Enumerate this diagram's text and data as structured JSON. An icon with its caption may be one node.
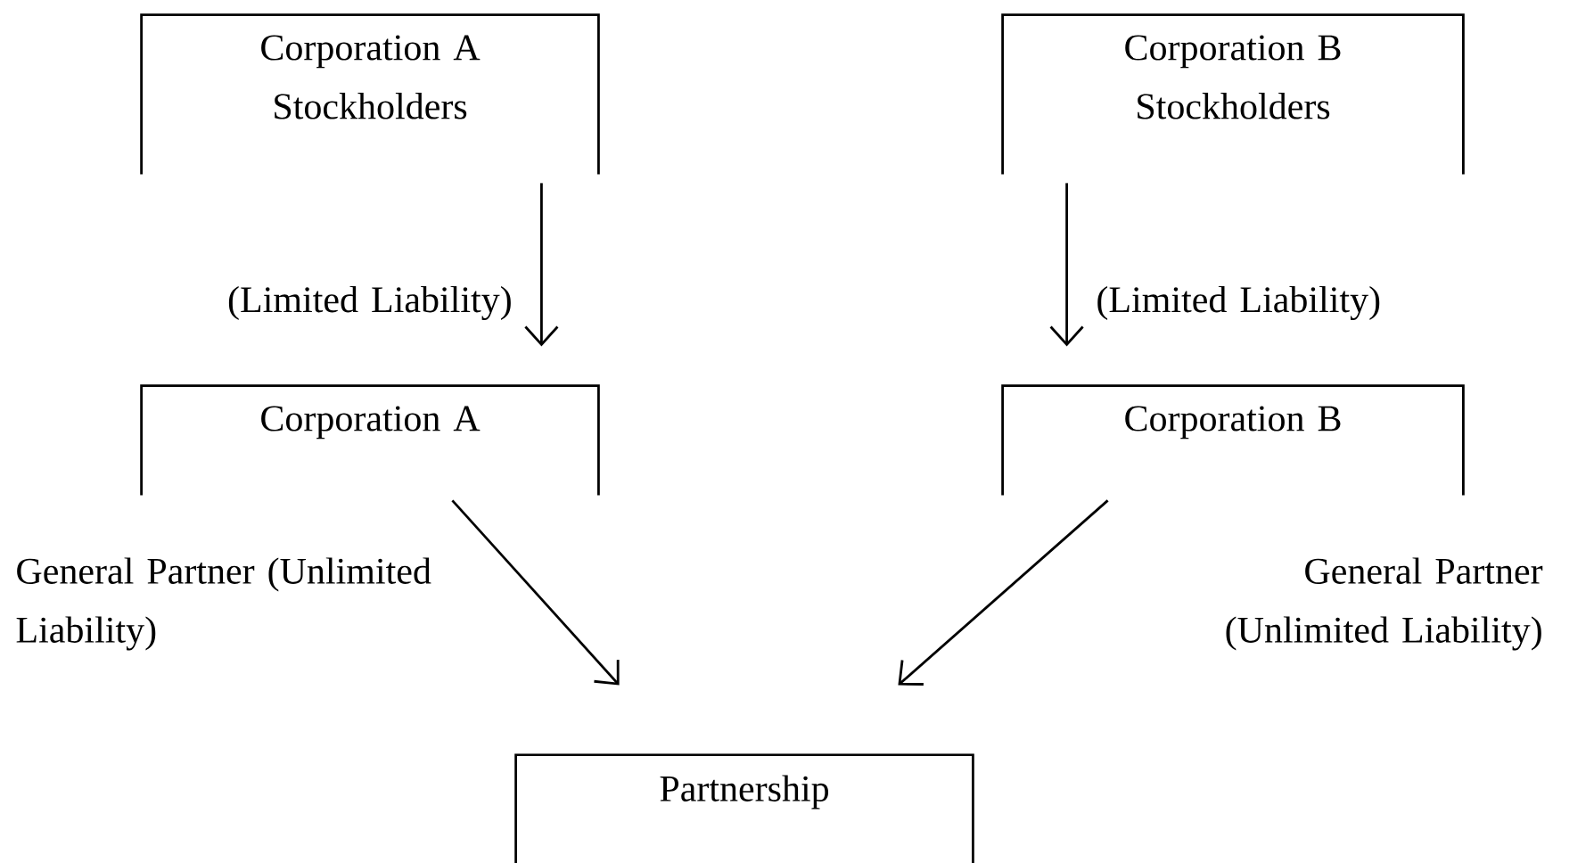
{
  "diagram": {
    "nodes": [
      {
        "text": [
          "Corporation A Stockholders"
        ]
      },
      {
        "text": [
          "Corporation B Stockholders"
        ]
      },
      {
        "text": [
          "Corporation A"
        ]
      },
      {
        "text": [
          "Corporation B"
        ]
      },
      {
        "text": [
          "Partnership"
        ]
      }
    ],
    "edges": [
      {
        "from": 0,
        "to": 2,
        "arrow": "to",
        "label": "(Limited Liability)"
      },
      {
        "from": 1,
        "to": 3,
        "arrow": "to",
        "label": "(Limited Liability)"
      },
      {
        "from": 2,
        "to": 4,
        "arrow": "to",
        "label": "General Partner (Unlimited Liability)"
      },
      {
        "from": 3,
        "to": 4,
        "arrow": "to",
        "label": "General Partner (Unlimited Liability)"
      }
    ]
  }
}
